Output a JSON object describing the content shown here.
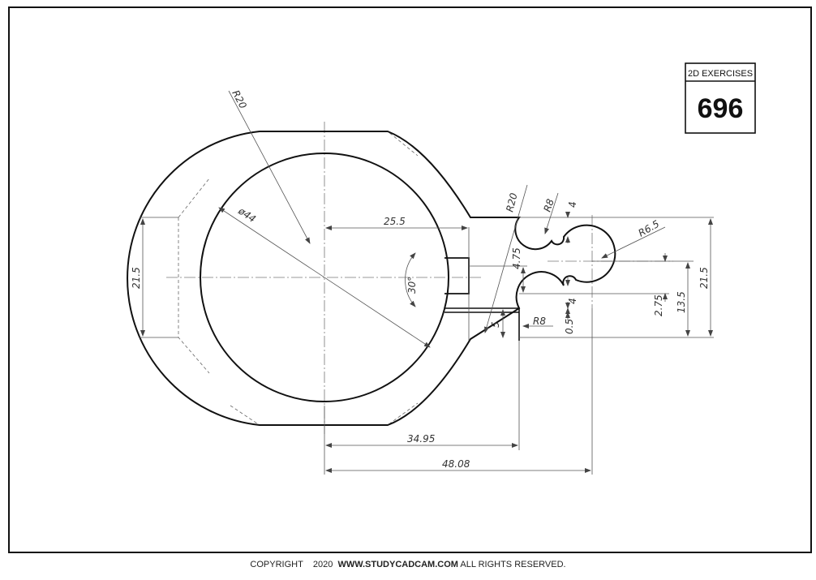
{
  "badge": {
    "title": "2D EXERCISES",
    "number": "696"
  },
  "dimensions": {
    "r20_top": "R20",
    "dia44": "ø44",
    "d25_5": "25.5",
    "angle30": "30°",
    "r20_neck": "R20",
    "r8_top": "R8",
    "d4_top": "4",
    "d4_75": "4.75",
    "r6_5": "R6.5",
    "d4_bottom": "4",
    "d2_75": "2.75",
    "d13_5": "13.5",
    "d21_5_right": "21.5",
    "d21_5_left": "21.5",
    "d5": "5",
    "r8_bottom": "R8",
    "d0_5": "0.5",
    "d34_95": "34.95",
    "d48_08": "48.08"
  },
  "footer": {
    "prefix": "COPYRIGHT    2020  ",
    "site": "WWW.STUDYCADCAM.COM",
    "suffix": " ALL RIGHTS RESERVED."
  },
  "colors": {
    "outline": "#111111",
    "dimension": "#555555",
    "centerline": "#777777"
  }
}
